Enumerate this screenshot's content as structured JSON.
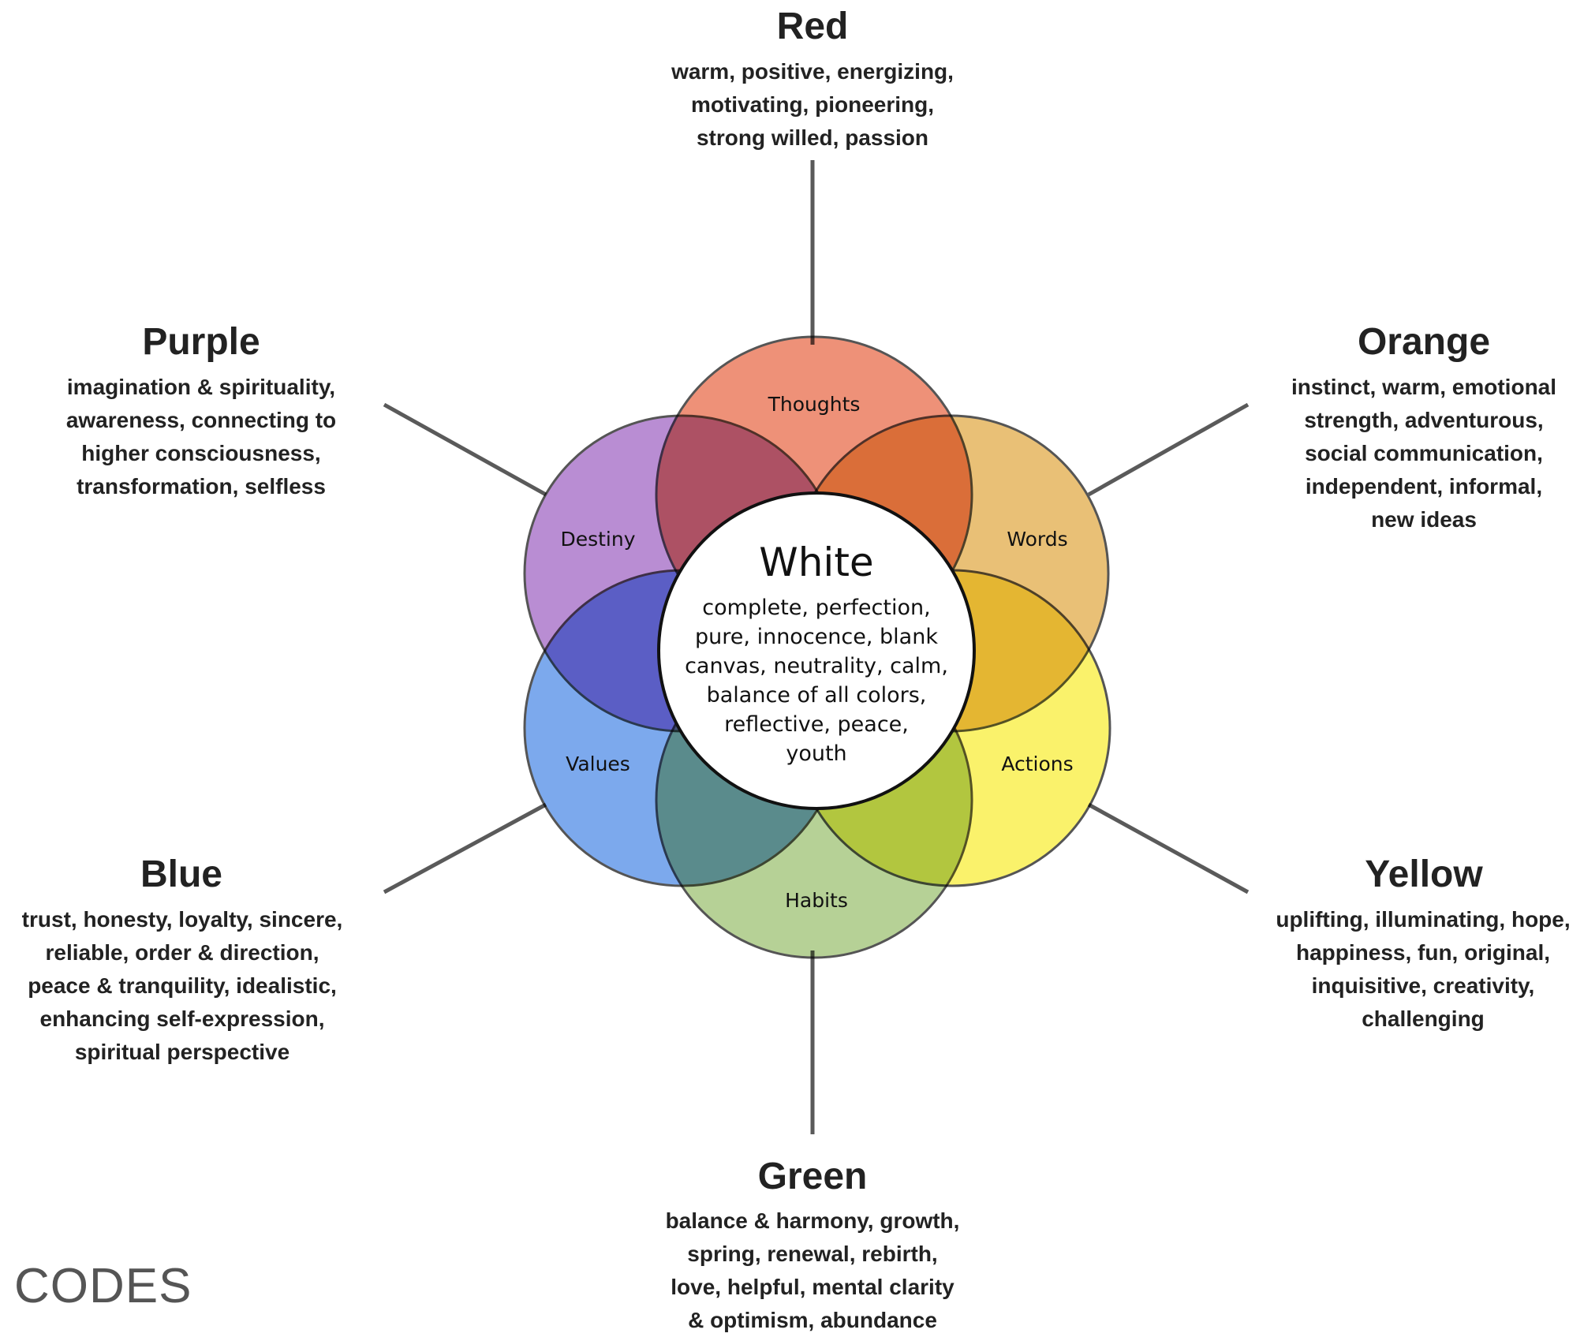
{
  "center": {
    "title": "White",
    "description": "complete, perfection,\npure, innocence, blank\ncanvas, neutrality, calm,\nbalance of all colors,\nreflective, peace,\nyouth"
  },
  "petals": {
    "thoughts": "Thoughts",
    "words": "Words",
    "actions": "Actions",
    "habits": "Habits",
    "values": "Values",
    "destiny": "Destiny"
  },
  "colors": {
    "red": {
      "title": "Red",
      "description": "warm, positive, energizing,\nmotivating, pioneering,\nstrong willed, passion",
      "fill": "#ea7556"
    },
    "orange": {
      "title": "Orange",
      "description": "instinct, warm, emotional\nstrength, adventurous,\nsocial communication,\nindependent, informal,\nnew ideas",
      "fill": "#e4b054"
    },
    "yellow": {
      "title": "Yellow",
      "description": "uplifting, illuminating, hope,\nhappiness, fun, original,\ninquisitive, creativity,\nchallenging",
      "fill": "#f8ee3a"
    },
    "green": {
      "title": "Green",
      "description": "balance & harmony, growth,\nspring, renewal, rebirth,\nlove, helpful, mental clarity\n& optimism, abundance",
      "fill": "#97bd6a"
    },
    "blue": {
      "title": "Blue",
      "description": "trust, honesty, loyalty, sincere,\nreliable, order & direction,\npeace & tranquility, idealistic,\nenhancing self-expression,\nspiritual perspective",
      "fill": "#5b93e8"
    },
    "purple": {
      "title": "Purple",
      "description": "imagination & spirituality,\nawareness, connecting to\nhigher consciousness,\ntransformation, selfless",
      "fill": "#a871c8"
    }
  },
  "brand": "CODES"
}
